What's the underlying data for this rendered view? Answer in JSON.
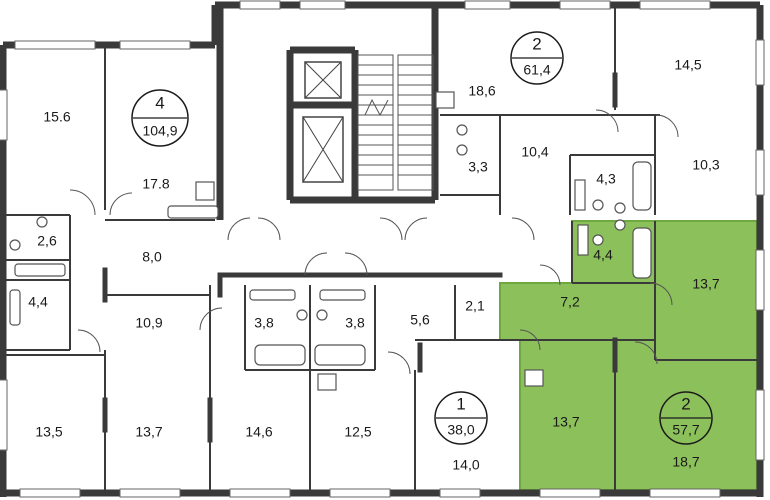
{
  "plan": {
    "highlight_color": "#8cc05a",
    "highlight_edge": "#6fa83e",
    "wall_color": "#3a3a3a",
    "apartments": [
      {
        "id": "apt-4",
        "rooms_count": "4",
        "total_area": "104,9"
      },
      {
        "id": "apt-2-top",
        "rooms_count": "2",
        "total_area": "61,4"
      },
      {
        "id": "apt-1",
        "rooms_count": "1",
        "total_area": "38,0"
      },
      {
        "id": "apt-2-selected",
        "rooms_count": "2",
        "total_area": "57,7"
      }
    ],
    "rooms": {
      "r15_6": "15.6",
      "r17_8": "17.8",
      "r2_6": "2,6",
      "r8_0": "8,0",
      "r4_4_left": "4,4",
      "r10_9": "10,9",
      "r13_5": "13,5",
      "r13_7_bl": "13,7",
      "r14_6": "14,6",
      "r3_8_a": "3,8",
      "r3_8_b": "3,8",
      "r12_5": "12,5",
      "r5_6": "5,6",
      "r2_1": "2,1",
      "r14_0": "14,0",
      "r18_6": "18,6",
      "r3_3": "3,3",
      "r10_4": "10,4",
      "r4_3": "4,3",
      "r14_5": "14,5",
      "r10_3": "10,3",
      "r4_4_sel": "4,4",
      "r7_2": "7,2",
      "r13_7_sel_r": "13,7",
      "r13_7_sel_b": "13,7",
      "r18_7": "18,7"
    }
  }
}
